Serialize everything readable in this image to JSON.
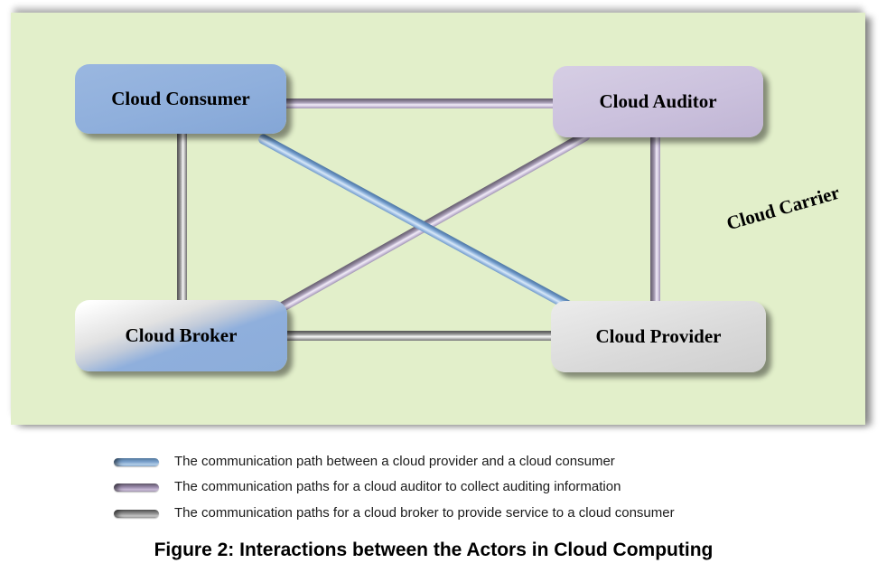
{
  "figure": {
    "caption": "Figure 2: Interactions between the Actors in Cloud Computing"
  },
  "diagram": {
    "carrier_label": "Cloud Carrier",
    "nodes": [
      {
        "id": "cloud-consumer",
        "label": "Cloud Consumer"
      },
      {
        "id": "cloud-auditor",
        "label": "Cloud Auditor"
      },
      {
        "id": "cloud-broker",
        "label": "Cloud Broker"
      },
      {
        "id": "cloud-provider",
        "label": "Cloud Provider"
      }
    ],
    "connections": [
      {
        "from": "cloud-consumer",
        "to": "cloud-auditor",
        "path_type": "auditor-path"
      },
      {
        "from": "cloud-auditor",
        "to": "cloud-provider",
        "path_type": "auditor-path"
      },
      {
        "from": "cloud-broker",
        "to": "cloud-auditor",
        "path_type": "auditor-path"
      },
      {
        "from": "cloud-consumer",
        "to": "cloud-provider",
        "path_type": "consumer-provider-path"
      },
      {
        "from": "cloud-consumer",
        "to": "cloud-broker",
        "path_type": "broker-path"
      },
      {
        "from": "cloud-broker",
        "to": "cloud-provider",
        "path_type": "broker-path"
      }
    ]
  },
  "legend": {
    "items": [
      {
        "path_type": "consumer-provider-path",
        "color": "#7ca3d2",
        "label": "The communication path between a cloud provider and a cloud consumer"
      },
      {
        "path_type": "auditor-path",
        "color": "#9c92ad",
        "label": "The communication paths for a cloud auditor to collect auditing information"
      },
      {
        "path_type": "broker-path",
        "color": "#8f8f8f",
        "label": "The communication paths for a cloud broker to provide service to a cloud consumer"
      }
    ]
  },
  "colors": {
    "page_bg": "#ffffff",
    "panel_bg": "#e2efca",
    "node_blue": "#8fafdc",
    "node_lavender": "#cbc1dd",
    "node_gray": "#d9d9d9",
    "path_blue": "#7ca3d2",
    "path_purple": "#9c92ad",
    "path_gray": "#8f8f8f",
    "label_text": "#000000"
  }
}
